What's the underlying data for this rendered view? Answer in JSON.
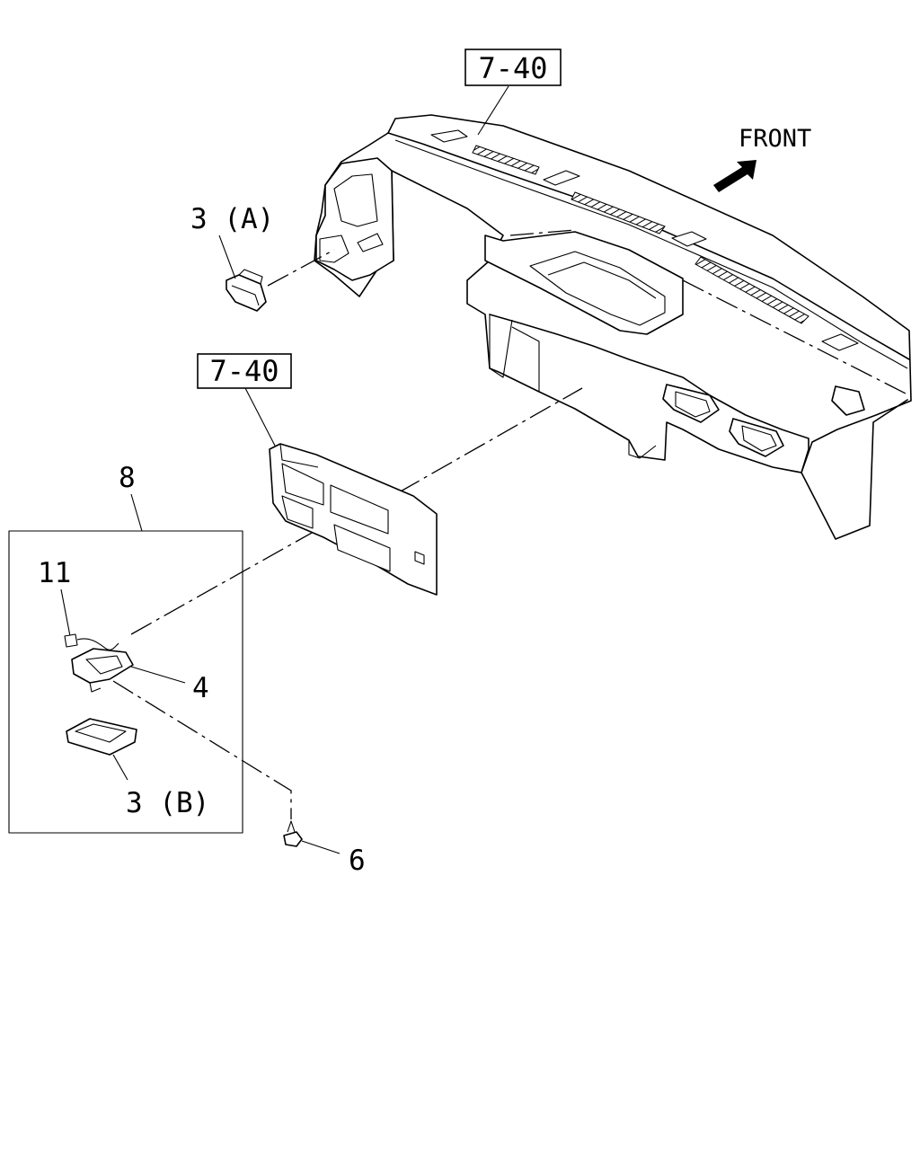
{
  "labels": {
    "ref_top": "7-40",
    "ref_mid": "7-40",
    "front": "FRONT",
    "part_3a": "3 (A)",
    "part_8": "8",
    "part_11": "11",
    "part_4": "4",
    "part_3b": "3 (B)",
    "part_6": "6"
  }
}
